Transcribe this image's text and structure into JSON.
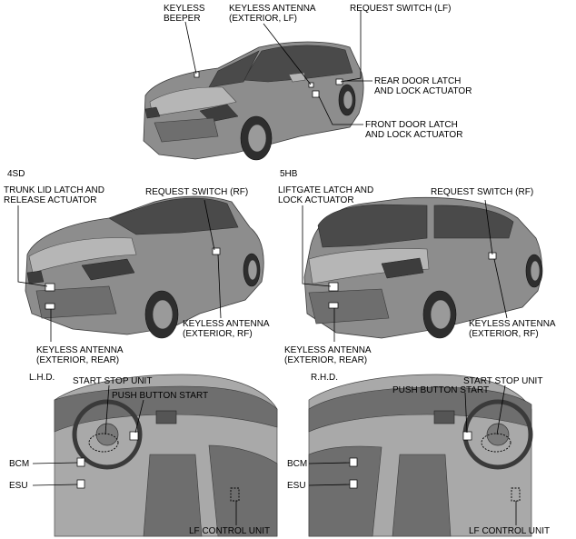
{
  "views": {
    "sedan_tag": "4SD",
    "hatch_tag": "5HB",
    "lhd_tag": "L.H.D.",
    "rhd_tag": "R.H.D."
  },
  "labels": {
    "keyless_beeper": [
      "KEYLESS",
      "BEEPER"
    ],
    "keyless_antenna_lf": [
      "KEYLESS ANTENNA",
      "(EXTERIOR, LF)"
    ],
    "request_switch_lf": "REQUEST SWITCH (LF)",
    "rear_door_latch": [
      "REAR DOOR LATCH",
      "AND LOCK ACTUATOR"
    ],
    "front_door_latch": [
      "FRONT DOOR LATCH",
      "AND LOCK ACTUATOR"
    ],
    "trunk_lid_latch": [
      "TRUNK LID LATCH AND",
      "RELEASE ACTUATOR"
    ],
    "request_switch_rf_4sd": "REQUEST SWITCH (RF)",
    "keyless_antenna_rf_4sd": [
      "KEYLESS ANTENNA",
      "(EXTERIOR, RF)"
    ],
    "keyless_antenna_rear_4sd": [
      "KEYLESS ANTENNA",
      "(EXTERIOR, REAR)"
    ],
    "liftgate_latch": [
      "LIFTGATE LATCH AND",
      "LOCK ACTUATOR"
    ],
    "request_switch_rf_5hb": "REQUEST SWITCH (RF)",
    "keyless_antenna_rf_5hb": [
      "KEYLESS ANTENNA",
      "(EXTERIOR, RF)"
    ],
    "keyless_antenna_rear_5hb": [
      "KEYLESS ANTENNA",
      "(EXTERIOR, REAR)"
    ],
    "lhd_start_stop_unit": "START STOP UNIT",
    "lhd_push_button_start": "PUSH BUTTON START",
    "lhd_bcm": "BCM",
    "lhd_esu": "ESU",
    "lhd_lf_control_unit": "LF CONTROL UNIT",
    "rhd_start_stop_unit": "START STOP UNIT",
    "rhd_push_button_start": "PUSH BUTTON START",
    "rhd_bcm": "BCM",
    "rhd_esu": "ESU",
    "rhd_lf_control_unit": "LF CONTROL UNIT"
  }
}
